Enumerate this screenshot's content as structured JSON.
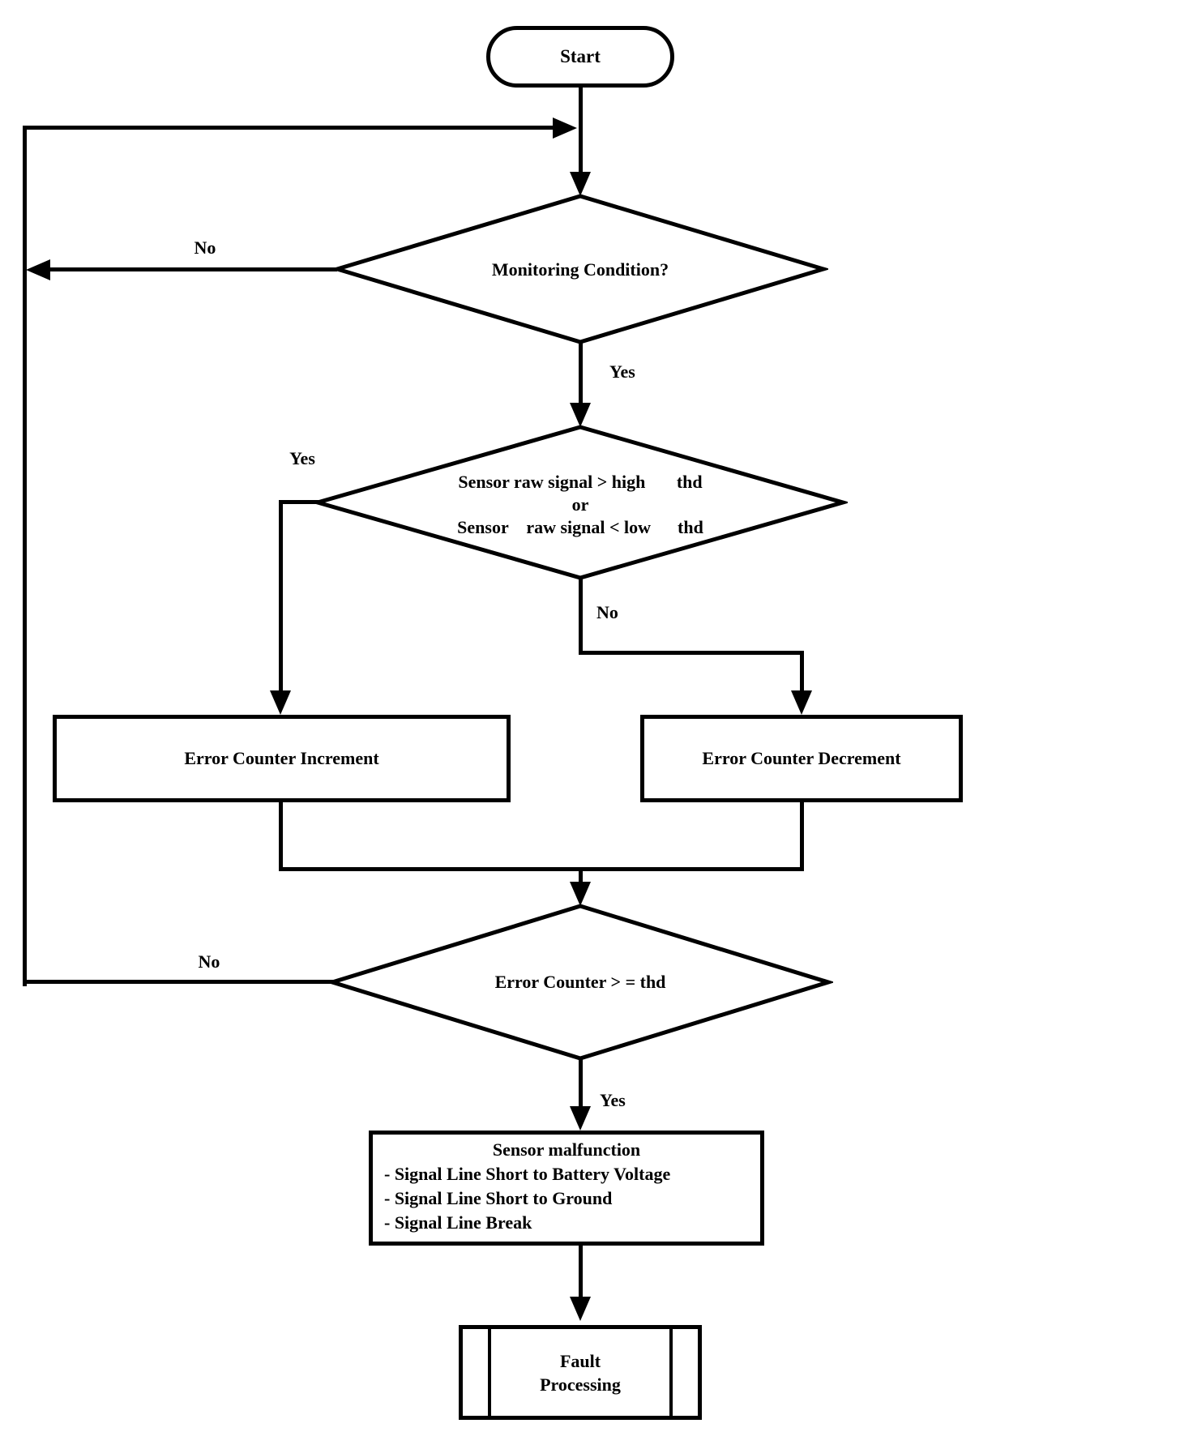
{
  "flowchart": {
    "background": "#ffffff",
    "stroke_color": "#000000",
    "nodes": {
      "start": {
        "label": "Start"
      },
      "monitoring": {
        "label": "Monitoring Condition?"
      },
      "signal_check": {
        "line1": "Sensor raw signal > high       thd",
        "line2": "or",
        "line3": "Sensor    raw signal < low      thd"
      },
      "increment": {
        "label": "Error Counter Increment"
      },
      "decrement": {
        "label": "Error Counter Decrement"
      },
      "threshold": {
        "label": "Error Counter > = thd"
      },
      "malfunction": {
        "title": "Sensor malfunction",
        "item1": "- Signal Line Short to Battery Voltage",
        "item2": "- Signal Line Short to Ground",
        "item3": "- Signal Line Break"
      },
      "fault": {
        "line1": "Fault",
        "line2": "Processing"
      }
    },
    "edge_labels": {
      "monitoring_no": "No",
      "monitoring_yes": "Yes",
      "signal_yes": "Yes",
      "signal_no": "No",
      "threshold_no": "No",
      "threshold_yes": "Yes"
    }
  }
}
